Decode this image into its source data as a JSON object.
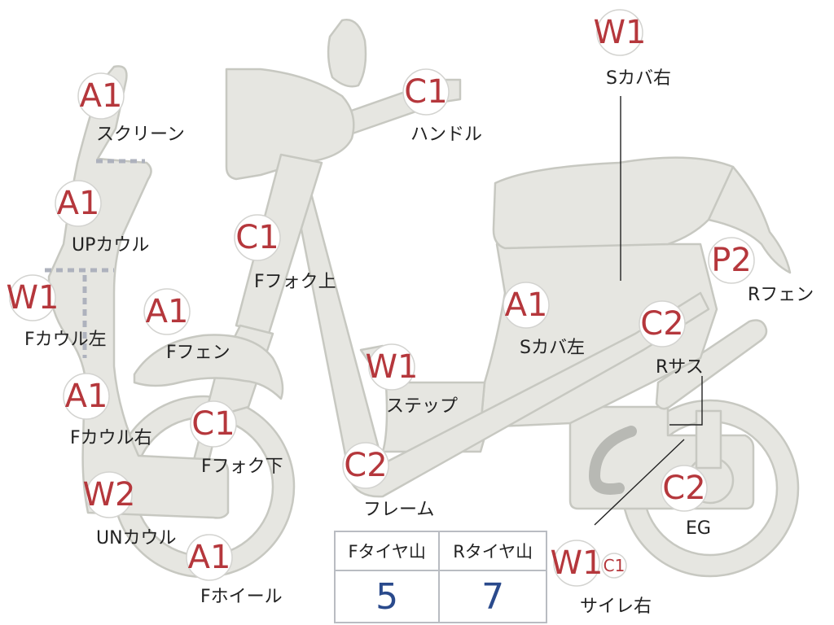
{
  "diagram": {
    "grades": [
      {
        "id": "screen",
        "grade": "A1",
        "label": "スクリーン"
      },
      {
        "id": "up-cowl",
        "grade": "A1",
        "label": "UPカウル"
      },
      {
        "id": "f-cowl-left",
        "grade": "W1",
        "label": "Fカウル左"
      },
      {
        "id": "f-cowl-right",
        "grade": "A1",
        "label": "Fカウル右"
      },
      {
        "id": "un-cowl",
        "grade": "W2",
        "label": "UNカウル"
      },
      {
        "id": "f-wheel",
        "grade": "A1",
        "label": "Fホイール"
      },
      {
        "id": "f-fender",
        "grade": "A1",
        "label": "Fフェン"
      },
      {
        "id": "f-fork-upper",
        "grade": "C1",
        "label": "Fフォク上"
      },
      {
        "id": "f-fork-lower",
        "grade": "C1",
        "label": "Fフォク下"
      },
      {
        "id": "handle",
        "grade": "C1",
        "label": "ハンドル"
      },
      {
        "id": "step",
        "grade": "W1",
        "label": "ステップ"
      },
      {
        "id": "frame",
        "grade": "C2",
        "label": "フレーム"
      },
      {
        "id": "s-cover-left",
        "grade": "A1",
        "label": "Sカバ左"
      },
      {
        "id": "s-cover-right",
        "grade": "W1",
        "label": "Sカバ右"
      },
      {
        "id": "r-fender",
        "grade": "P2",
        "label": "Rフェン"
      },
      {
        "id": "r-sus",
        "grade": "C2",
        "label": "Rサス"
      },
      {
        "id": "eg",
        "grade": "C2",
        "label": "EG"
      },
      {
        "id": "muffler-right",
        "grade": "W1",
        "grade2": "C1",
        "label": "サイレ右"
      }
    ]
  },
  "tires": {
    "headers": [
      "Fタイヤ山",
      "Rタイヤ山"
    ],
    "values": [
      "5",
      "7"
    ]
  },
  "colors": {
    "part_fill": "#e6e6e1",
    "part_stroke": "#c7c8c1",
    "grade_text": "#b5373c",
    "tire_value": "#2a4a8c",
    "dashed_divider": "#aeb2bd"
  }
}
